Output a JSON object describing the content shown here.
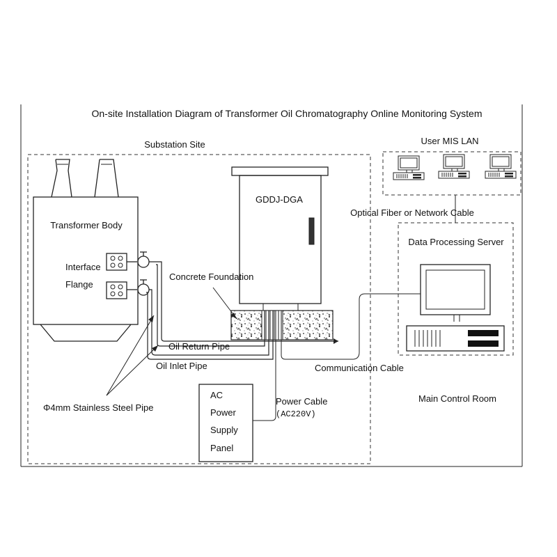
{
  "title": "On-site Installation Diagram of Transformer Oil Chromatography Online Monitoring System",
  "regions": {
    "substation_site": "Substation Site",
    "user_mis_lan": "User MIS LAN",
    "main_control_room": "Main Control Room"
  },
  "labels": {
    "transformer_body": "Transformer Body",
    "interface": "Interface",
    "flange": "Flange",
    "device": "GDDJ-DGA",
    "concrete_foundation": "Concrete Foundation",
    "oil_return_pipe": "Oil Return Pipe",
    "oil_inlet_pipe": "Oil Inlet Pipe",
    "steel_pipe": "Φ4mm Stainless Steel Pipe",
    "ac_line1": "AC",
    "ac_line2": "Power",
    "ac_line3": "Supply",
    "ac_line4": "Panel",
    "power_cable": "Power Cable",
    "power_spec": "(AC220V)",
    "optical_fiber": "Optical Fiber or Network Cable",
    "data_server": "Data Processing Server",
    "communication_cable": "Communication Cable"
  }
}
